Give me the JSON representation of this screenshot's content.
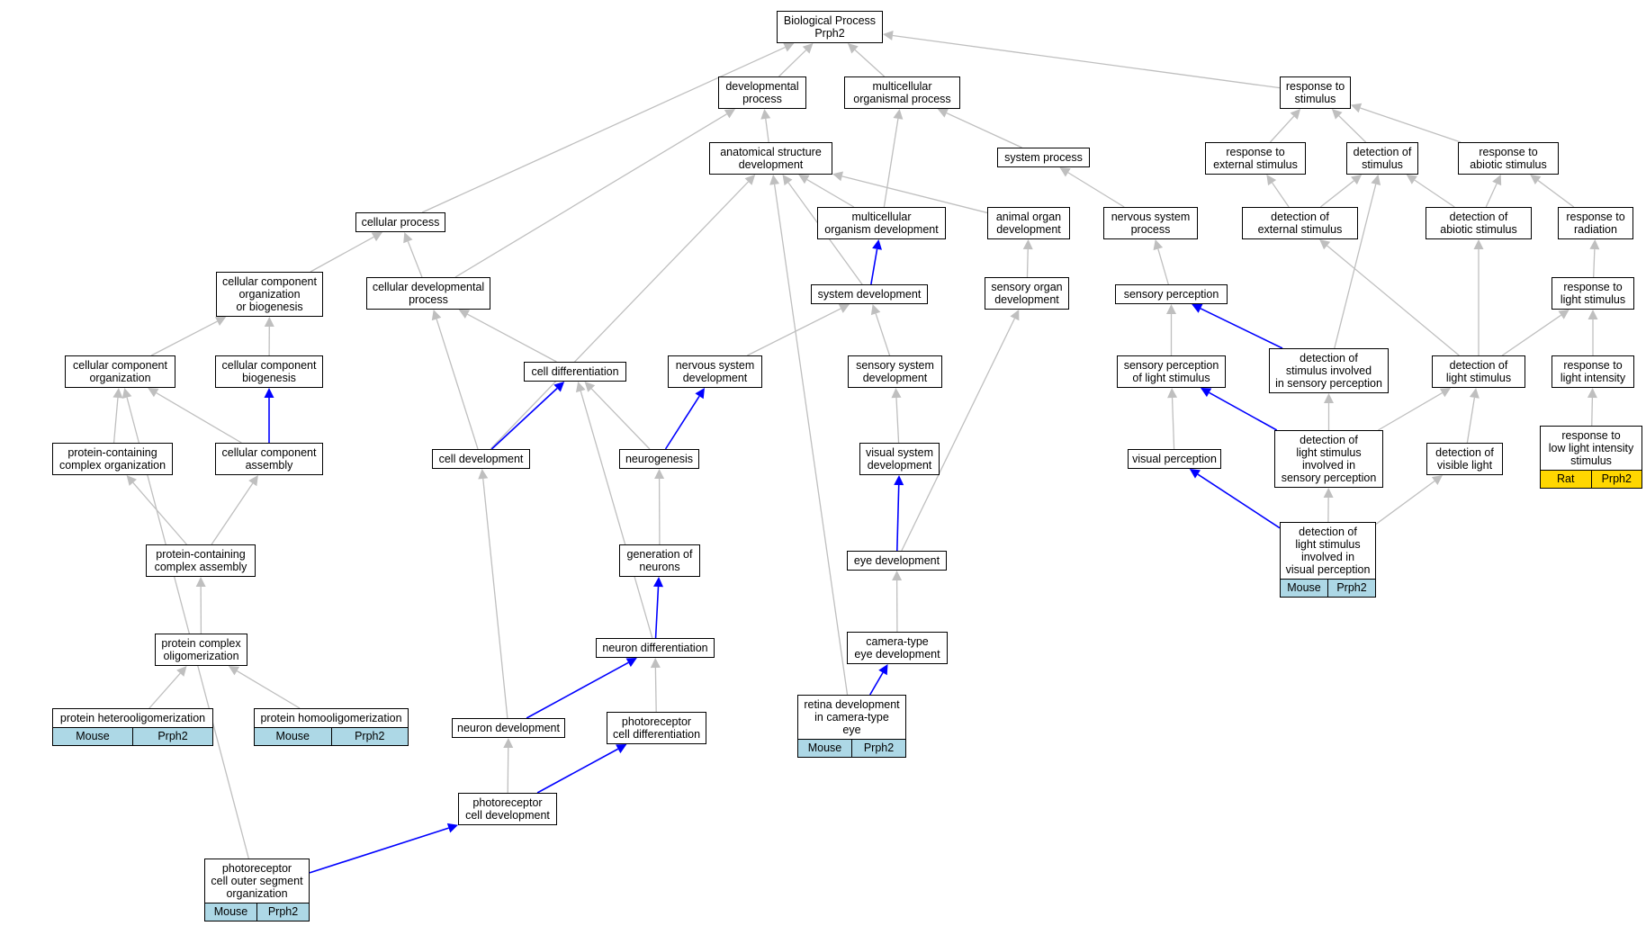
{
  "colors": {
    "edge_default": "#bfbfbf",
    "edge_highlight": "#0000ff",
    "annotation_mouse": "#add8e6",
    "annotation_rat": "#ffd700"
  },
  "nodes": [
    {
      "id": "bp",
      "label": "Biological Process\nPrph2"
    },
    {
      "id": "dev",
      "label": "developmental\nprocess"
    },
    {
      "id": "mcp",
      "label": "multicellular\norganismal process"
    },
    {
      "id": "rts",
      "label": "response to\nstimulus"
    },
    {
      "id": "asd",
      "label": "anatomical structure\ndevelopment"
    },
    {
      "id": "sysp",
      "label": "system process"
    },
    {
      "id": "rtes",
      "label": "response to\nexternal stimulus"
    },
    {
      "id": "dos",
      "label": "detection of\nstimulus"
    },
    {
      "id": "rtas",
      "label": "response to\nabiotic stimulus"
    },
    {
      "id": "cp",
      "label": "cellular process"
    },
    {
      "id": "mod",
      "label": "multicellular\norganism development"
    },
    {
      "id": "aod",
      "label": "animal organ\ndevelopment"
    },
    {
      "id": "nsp",
      "label": "nervous system\nprocess"
    },
    {
      "id": "does",
      "label": "detection of\nexternal stimulus"
    },
    {
      "id": "doas",
      "label": "detection of\nabiotic stimulus"
    },
    {
      "id": "rtr",
      "label": "response to\nradiation"
    },
    {
      "id": "ccob",
      "label": "cellular component\norganization\nor biogenesis"
    },
    {
      "id": "cdp",
      "label": "cellular developmental\nprocess"
    },
    {
      "id": "sd",
      "label": "system development"
    },
    {
      "id": "sod",
      "label": "sensory organ\ndevelopment"
    },
    {
      "id": "sp",
      "label": "sensory perception"
    },
    {
      "id": "rtls",
      "label": "response to\nlight stimulus"
    },
    {
      "id": "cco",
      "label": "cellular component\norganization"
    },
    {
      "id": "ccb",
      "label": "cellular component\nbiogenesis"
    },
    {
      "id": "cdiff",
      "label": "cell differentiation"
    },
    {
      "id": "nsd",
      "label": "nervous system\ndevelopment"
    },
    {
      "id": "ssd",
      "label": "sensory system\ndevelopment"
    },
    {
      "id": "spls",
      "label": "sensory perception\nof light stimulus"
    },
    {
      "id": "dosisp",
      "label": "detection of\nstimulus involved\nin sensory perception"
    },
    {
      "id": "dols",
      "label": "detection of\nlight stimulus"
    },
    {
      "id": "rtli",
      "label": "response to\nlight intensity"
    },
    {
      "id": "pcco",
      "label": "protein-containing\ncomplex organization"
    },
    {
      "id": "cca",
      "label": "cellular component\nassembly"
    },
    {
      "id": "cdev",
      "label": "cell development"
    },
    {
      "id": "neurog",
      "label": "neurogenesis"
    },
    {
      "id": "vsd",
      "label": "visual system\ndevelopment"
    },
    {
      "id": "vp",
      "label": "visual perception"
    },
    {
      "id": "dolsisp",
      "label": "detection of\nlight stimulus\ninvolved in\nsensory perception"
    },
    {
      "id": "dovl",
      "label": "detection of\nvisible light"
    },
    {
      "id": "rtlli",
      "label": "response to\nlow light intensity\nstimulus",
      "annotation": [
        "Rat",
        "Prph2"
      ],
      "annotation_color": "gold"
    },
    {
      "id": "pcca",
      "label": "protein-containing\ncomplex assembly"
    },
    {
      "id": "gon",
      "label": "generation of\nneurons"
    },
    {
      "id": "eyed",
      "label": "eye development"
    },
    {
      "id": "dolsivp",
      "label": "detection of\nlight stimulus\ninvolved in\nvisual perception",
      "annotation": [
        "Mouse",
        "Prph2"
      ],
      "annotation_color": "blue"
    },
    {
      "id": "pco",
      "label": "protein complex\noligomerization"
    },
    {
      "id": "nd",
      "label": "neuron differentiation"
    },
    {
      "id": "cted",
      "label": "camera-type\neye development"
    },
    {
      "id": "phet",
      "label": "protein heterooligomerization",
      "annotation": [
        "Mouse",
        "Prph2"
      ],
      "annotation_color": "blue"
    },
    {
      "id": "phom",
      "label": "protein homooligomerization",
      "annotation": [
        "Mouse",
        "Prph2"
      ],
      "annotation_color": "blue"
    },
    {
      "id": "ndev",
      "label": "neuron development"
    },
    {
      "id": "pcd",
      "label": "photoreceptor\ncell differentiation"
    },
    {
      "id": "rdcte",
      "label": "retina development\nin camera-type\neye",
      "annotation": [
        "Mouse",
        "Prph2"
      ],
      "annotation_color": "blue"
    },
    {
      "id": "pcdev",
      "label": "photoreceptor\ncell development"
    },
    {
      "id": "pcoso",
      "label": "photoreceptor\ncell outer segment\norganization",
      "annotation": [
        "Mouse",
        "Prph2"
      ],
      "annotation_color": "blue"
    }
  ],
  "edges": [
    {
      "from": "dev",
      "to": "bp"
    },
    {
      "from": "mcp",
      "to": "bp"
    },
    {
      "from": "rts",
      "to": "bp"
    },
    {
      "from": "cp",
      "to": "bp"
    },
    {
      "from": "asd",
      "to": "dev"
    },
    {
      "from": "cdp",
      "to": "dev"
    },
    {
      "from": "sysp",
      "to": "mcp"
    },
    {
      "from": "mod",
      "to": "mcp"
    },
    {
      "from": "rtes",
      "to": "rts"
    },
    {
      "from": "dos",
      "to": "rts"
    },
    {
      "from": "rtas",
      "to": "rts"
    },
    {
      "from": "mod",
      "to": "asd"
    },
    {
      "from": "aod",
      "to": "asd"
    },
    {
      "from": "sd",
      "to": "asd"
    },
    {
      "from": "cdev",
      "to": "asd"
    },
    {
      "from": "rdcte",
      "to": "asd"
    },
    {
      "from": "nsp",
      "to": "sysp"
    },
    {
      "from": "does",
      "to": "rtes"
    },
    {
      "from": "does",
      "to": "dos"
    },
    {
      "from": "doas",
      "to": "dos"
    },
    {
      "from": "doas",
      "to": "rtas"
    },
    {
      "from": "rtr",
      "to": "rtas"
    },
    {
      "from": "sd",
      "to": "mod",
      "hl": true
    },
    {
      "from": "sod",
      "to": "aod"
    },
    {
      "from": "sp",
      "to": "nsp"
    },
    {
      "from": "dols",
      "to": "does"
    },
    {
      "from": "dols",
      "to": "doas"
    },
    {
      "from": "dosisp",
      "to": "dos"
    },
    {
      "from": "rtls",
      "to": "rtr"
    },
    {
      "from": "ccob",
      "to": "cp"
    },
    {
      "from": "cdp",
      "to": "cp"
    },
    {
      "from": "cdiff",
      "to": "cdp"
    },
    {
      "from": "cdev",
      "to": "cdp"
    },
    {
      "from": "nsd",
      "to": "sd"
    },
    {
      "from": "ssd",
      "to": "sd"
    },
    {
      "from": "eyed",
      "to": "sod"
    },
    {
      "from": "spls",
      "to": "sp"
    },
    {
      "from": "dosisp",
      "to": "sp",
      "hl": true
    },
    {
      "from": "dols",
      "to": "rtls"
    },
    {
      "from": "rtli",
      "to": "rtls"
    },
    {
      "from": "cco",
      "to": "ccob"
    },
    {
      "from": "ccb",
      "to": "ccob"
    },
    {
      "from": "cdev",
      "to": "cdiff",
      "hl": true
    },
    {
      "from": "neurog",
      "to": "cdiff"
    },
    {
      "from": "nd",
      "to": "cdiff"
    },
    {
      "from": "neurog",
      "to": "nsd",
      "hl": true
    },
    {
      "from": "vsd",
      "to": "ssd"
    },
    {
      "from": "vp",
      "to": "spls"
    },
    {
      "from": "dolsisp",
      "to": "spls",
      "hl": true
    },
    {
      "from": "dolsisp",
      "to": "dosisp"
    },
    {
      "from": "dolsisp",
      "to": "dols"
    },
    {
      "from": "dovl",
      "to": "dols"
    },
    {
      "from": "rtlli",
      "to": "rtli"
    },
    {
      "from": "pcco",
      "to": "cco"
    },
    {
      "from": "cca",
      "to": "cco"
    },
    {
      "from": "pcoso",
      "to": "cco"
    },
    {
      "from": "cca",
      "to": "ccb",
      "hl": true
    },
    {
      "from": "ndev",
      "to": "cdev"
    },
    {
      "from": "gon",
      "to": "neurog"
    },
    {
      "from": "eyed",
      "to": "vsd",
      "hl": true
    },
    {
      "from": "dolsivp",
      "to": "vp",
      "hl": true
    },
    {
      "from": "dolsivp",
      "to": "dolsisp"
    },
    {
      "from": "dolsivp",
      "to": "dovl"
    },
    {
      "from": "pcca",
      "to": "pcco"
    },
    {
      "from": "pcca",
      "to": "cca"
    },
    {
      "from": "nd",
      "to": "gon",
      "hl": true
    },
    {
      "from": "cted",
      "to": "eyed"
    },
    {
      "from": "pco",
      "to": "pcca"
    },
    {
      "from": "ndev",
      "to": "nd",
      "hl": true
    },
    {
      "from": "pcd",
      "to": "nd"
    },
    {
      "from": "rdcte",
      "to": "cted",
      "hl": true
    },
    {
      "from": "phet",
      "to": "pco"
    },
    {
      "from": "phom",
      "to": "pco"
    },
    {
      "from": "pcdev",
      "to": "ndev"
    },
    {
      "from": "pcdev",
      "to": "pcd",
      "hl": true
    },
    {
      "from": "pcoso",
      "to": "pcdev",
      "hl": true
    }
  ]
}
